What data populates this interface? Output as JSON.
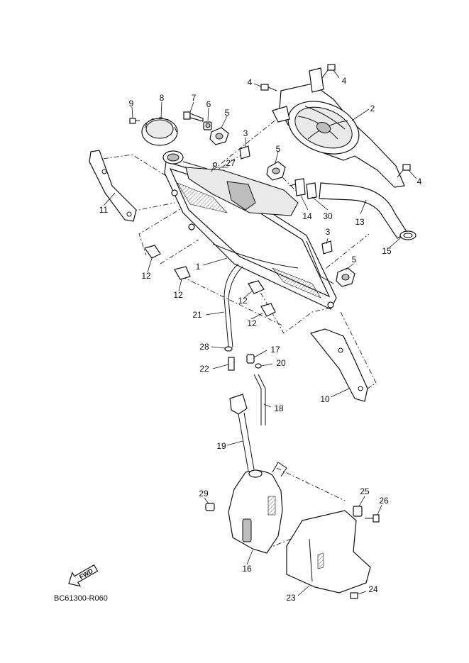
{
  "diagram": {
    "figure_code": "BC61300-R060",
    "fwd_arrow_text": "FWD",
    "part_labels": [
      "1",
      "2",
      "3",
      "3",
      "4",
      "4",
      "4",
      "5",
      "5",
      "5",
      "6",
      "7",
      "8",
      "9",
      "10",
      "11",
      "12",
      "12",
      "12",
      "12",
      "13",
      "14",
      "15",
      "16",
      "17",
      "18",
      "19",
      "20",
      "21",
      "22",
      "23",
      "24",
      "25",
      "26",
      "27",
      "28",
      "29",
      "30"
    ]
  }
}
